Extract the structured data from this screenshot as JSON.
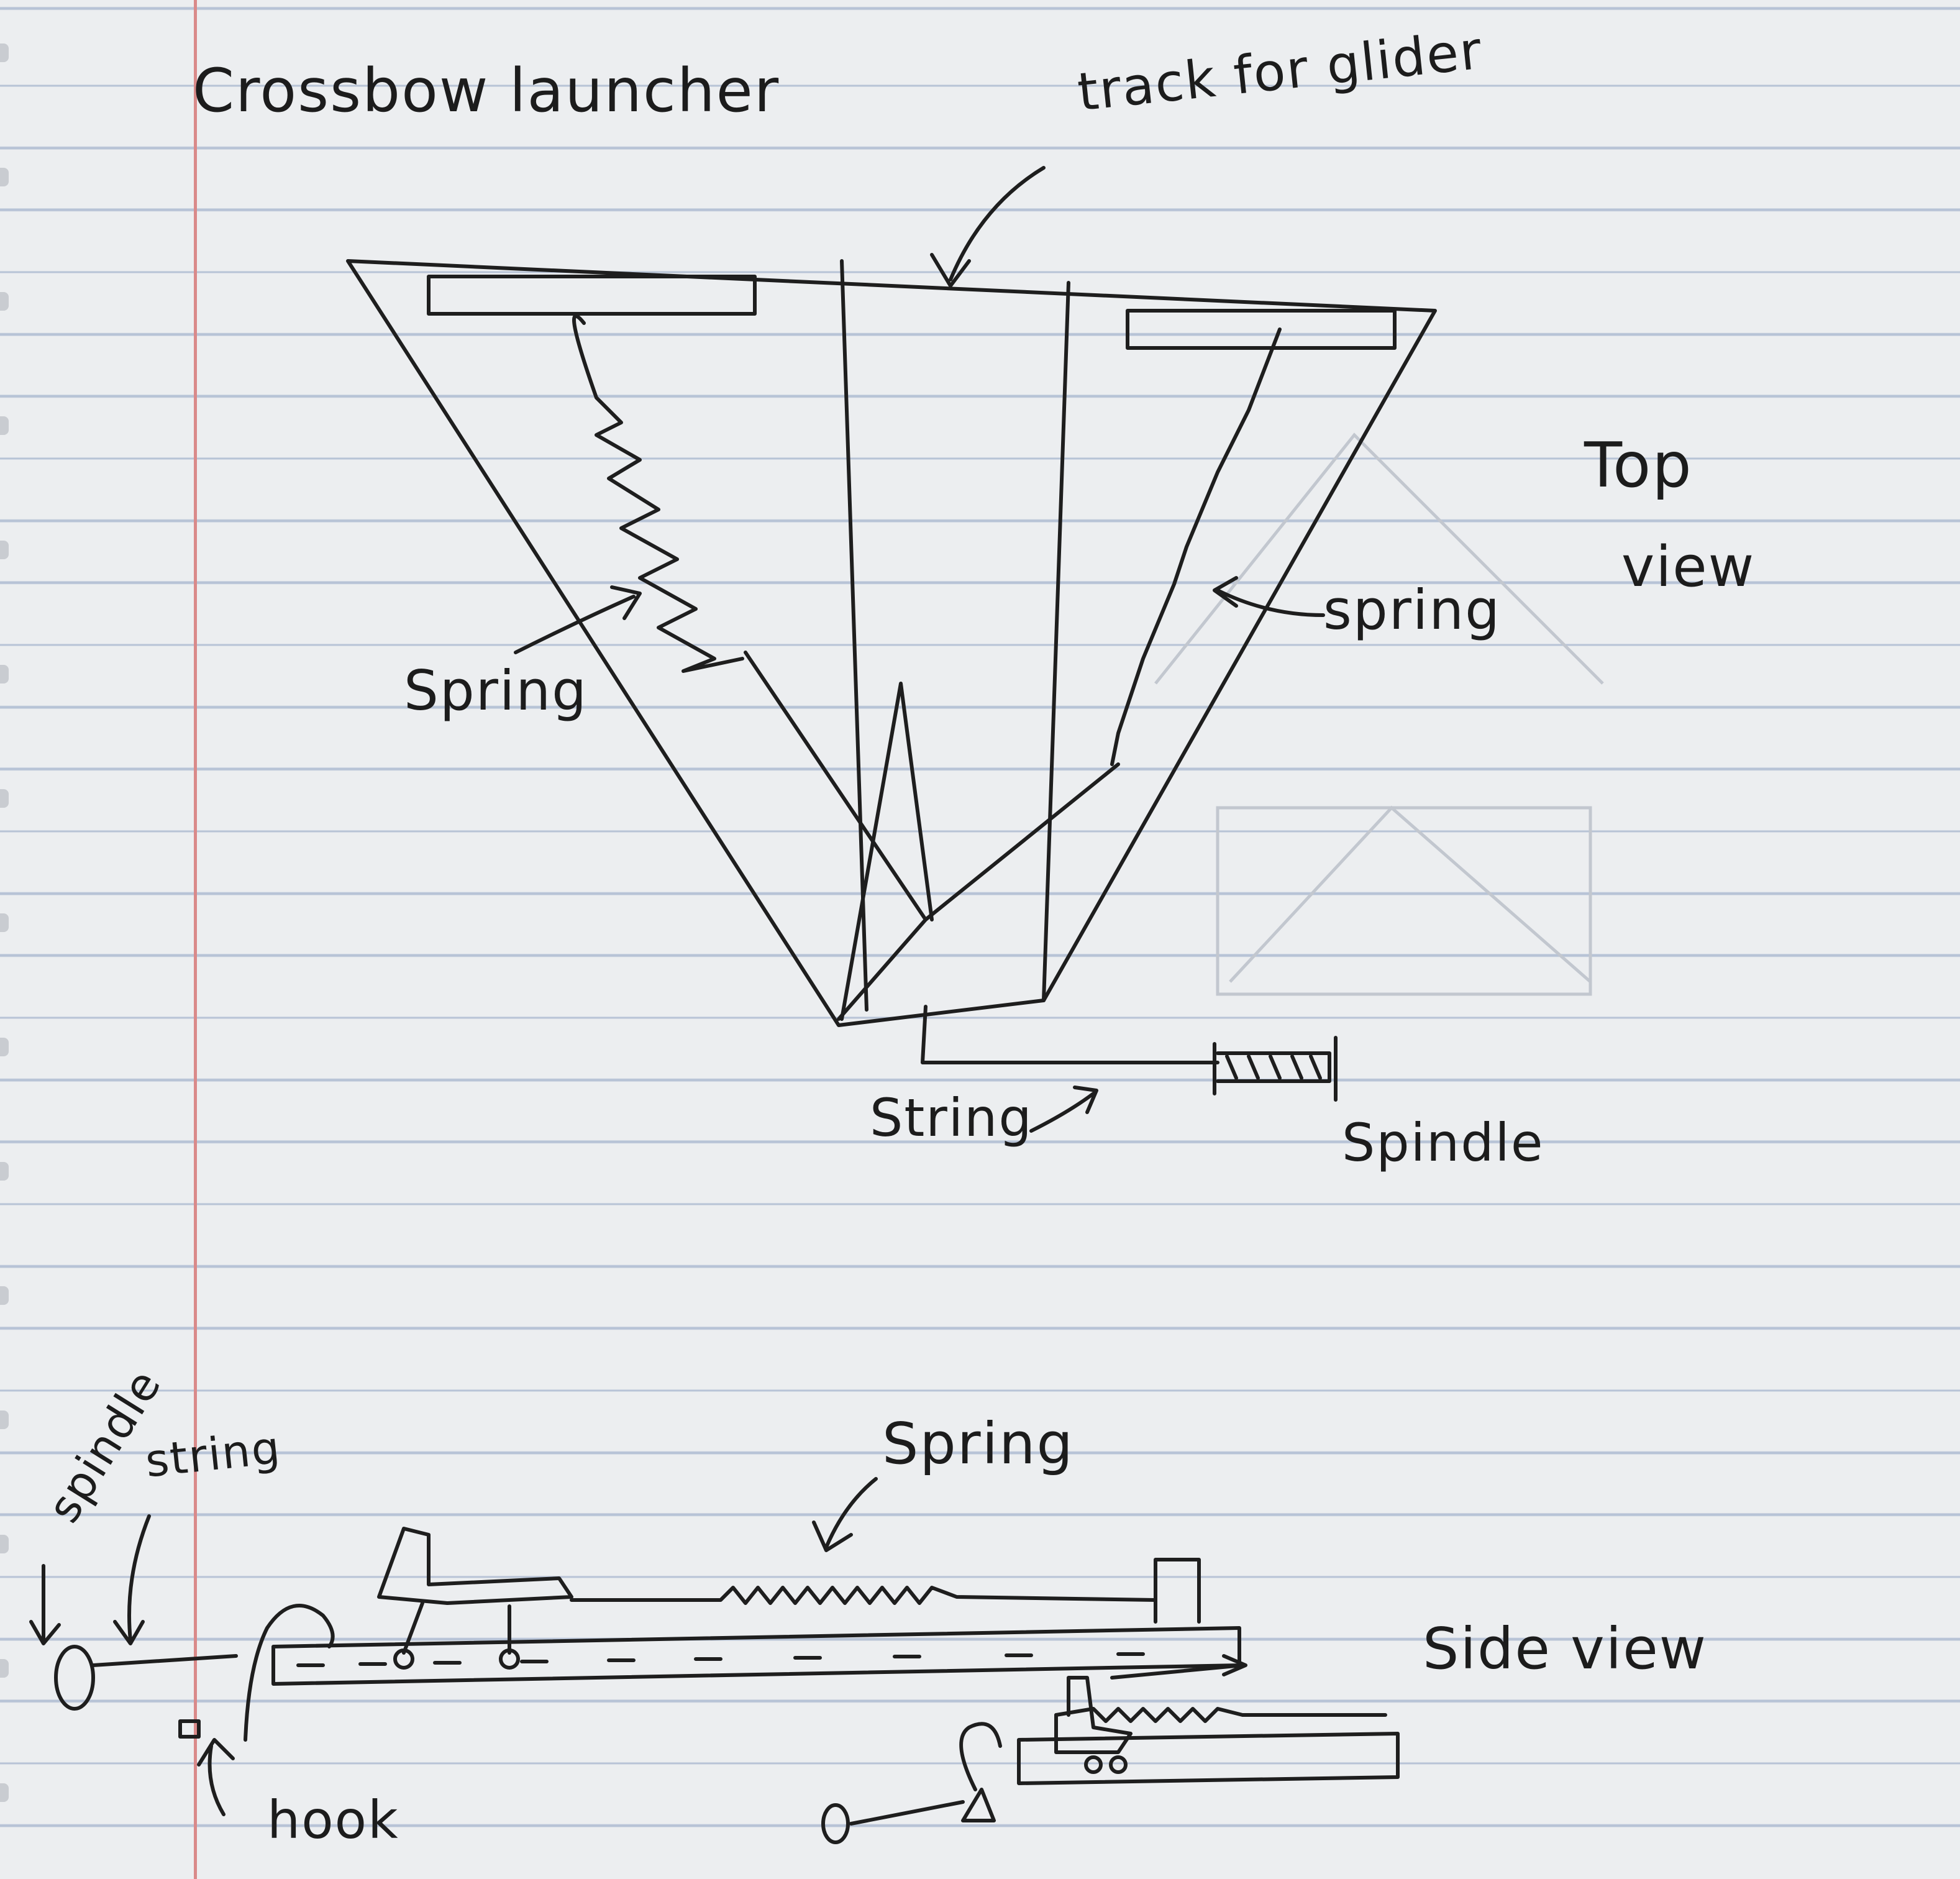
{
  "diagram": {
    "title": "Crossbow launcher",
    "top_view": {
      "heading_line1": "Top",
      "heading_line2": "view",
      "labels": {
        "track": "track for glider",
        "spring_left": "Spring",
        "spring_right": "spring",
        "string": "String",
        "spindle": "Spindle"
      }
    },
    "side_view": {
      "heading": "Side view",
      "labels": {
        "spindle": "spindle",
        "string": "string",
        "spring": "Spring",
        "hook": "hook"
      }
    },
    "colors": {
      "ink": "#1e1e1e",
      "paper": "#eceef0",
      "rule_lines": "#b7c3d6",
      "margin_line": "#d98a8a",
      "bleed_through": "#c2c7cf"
    }
  }
}
